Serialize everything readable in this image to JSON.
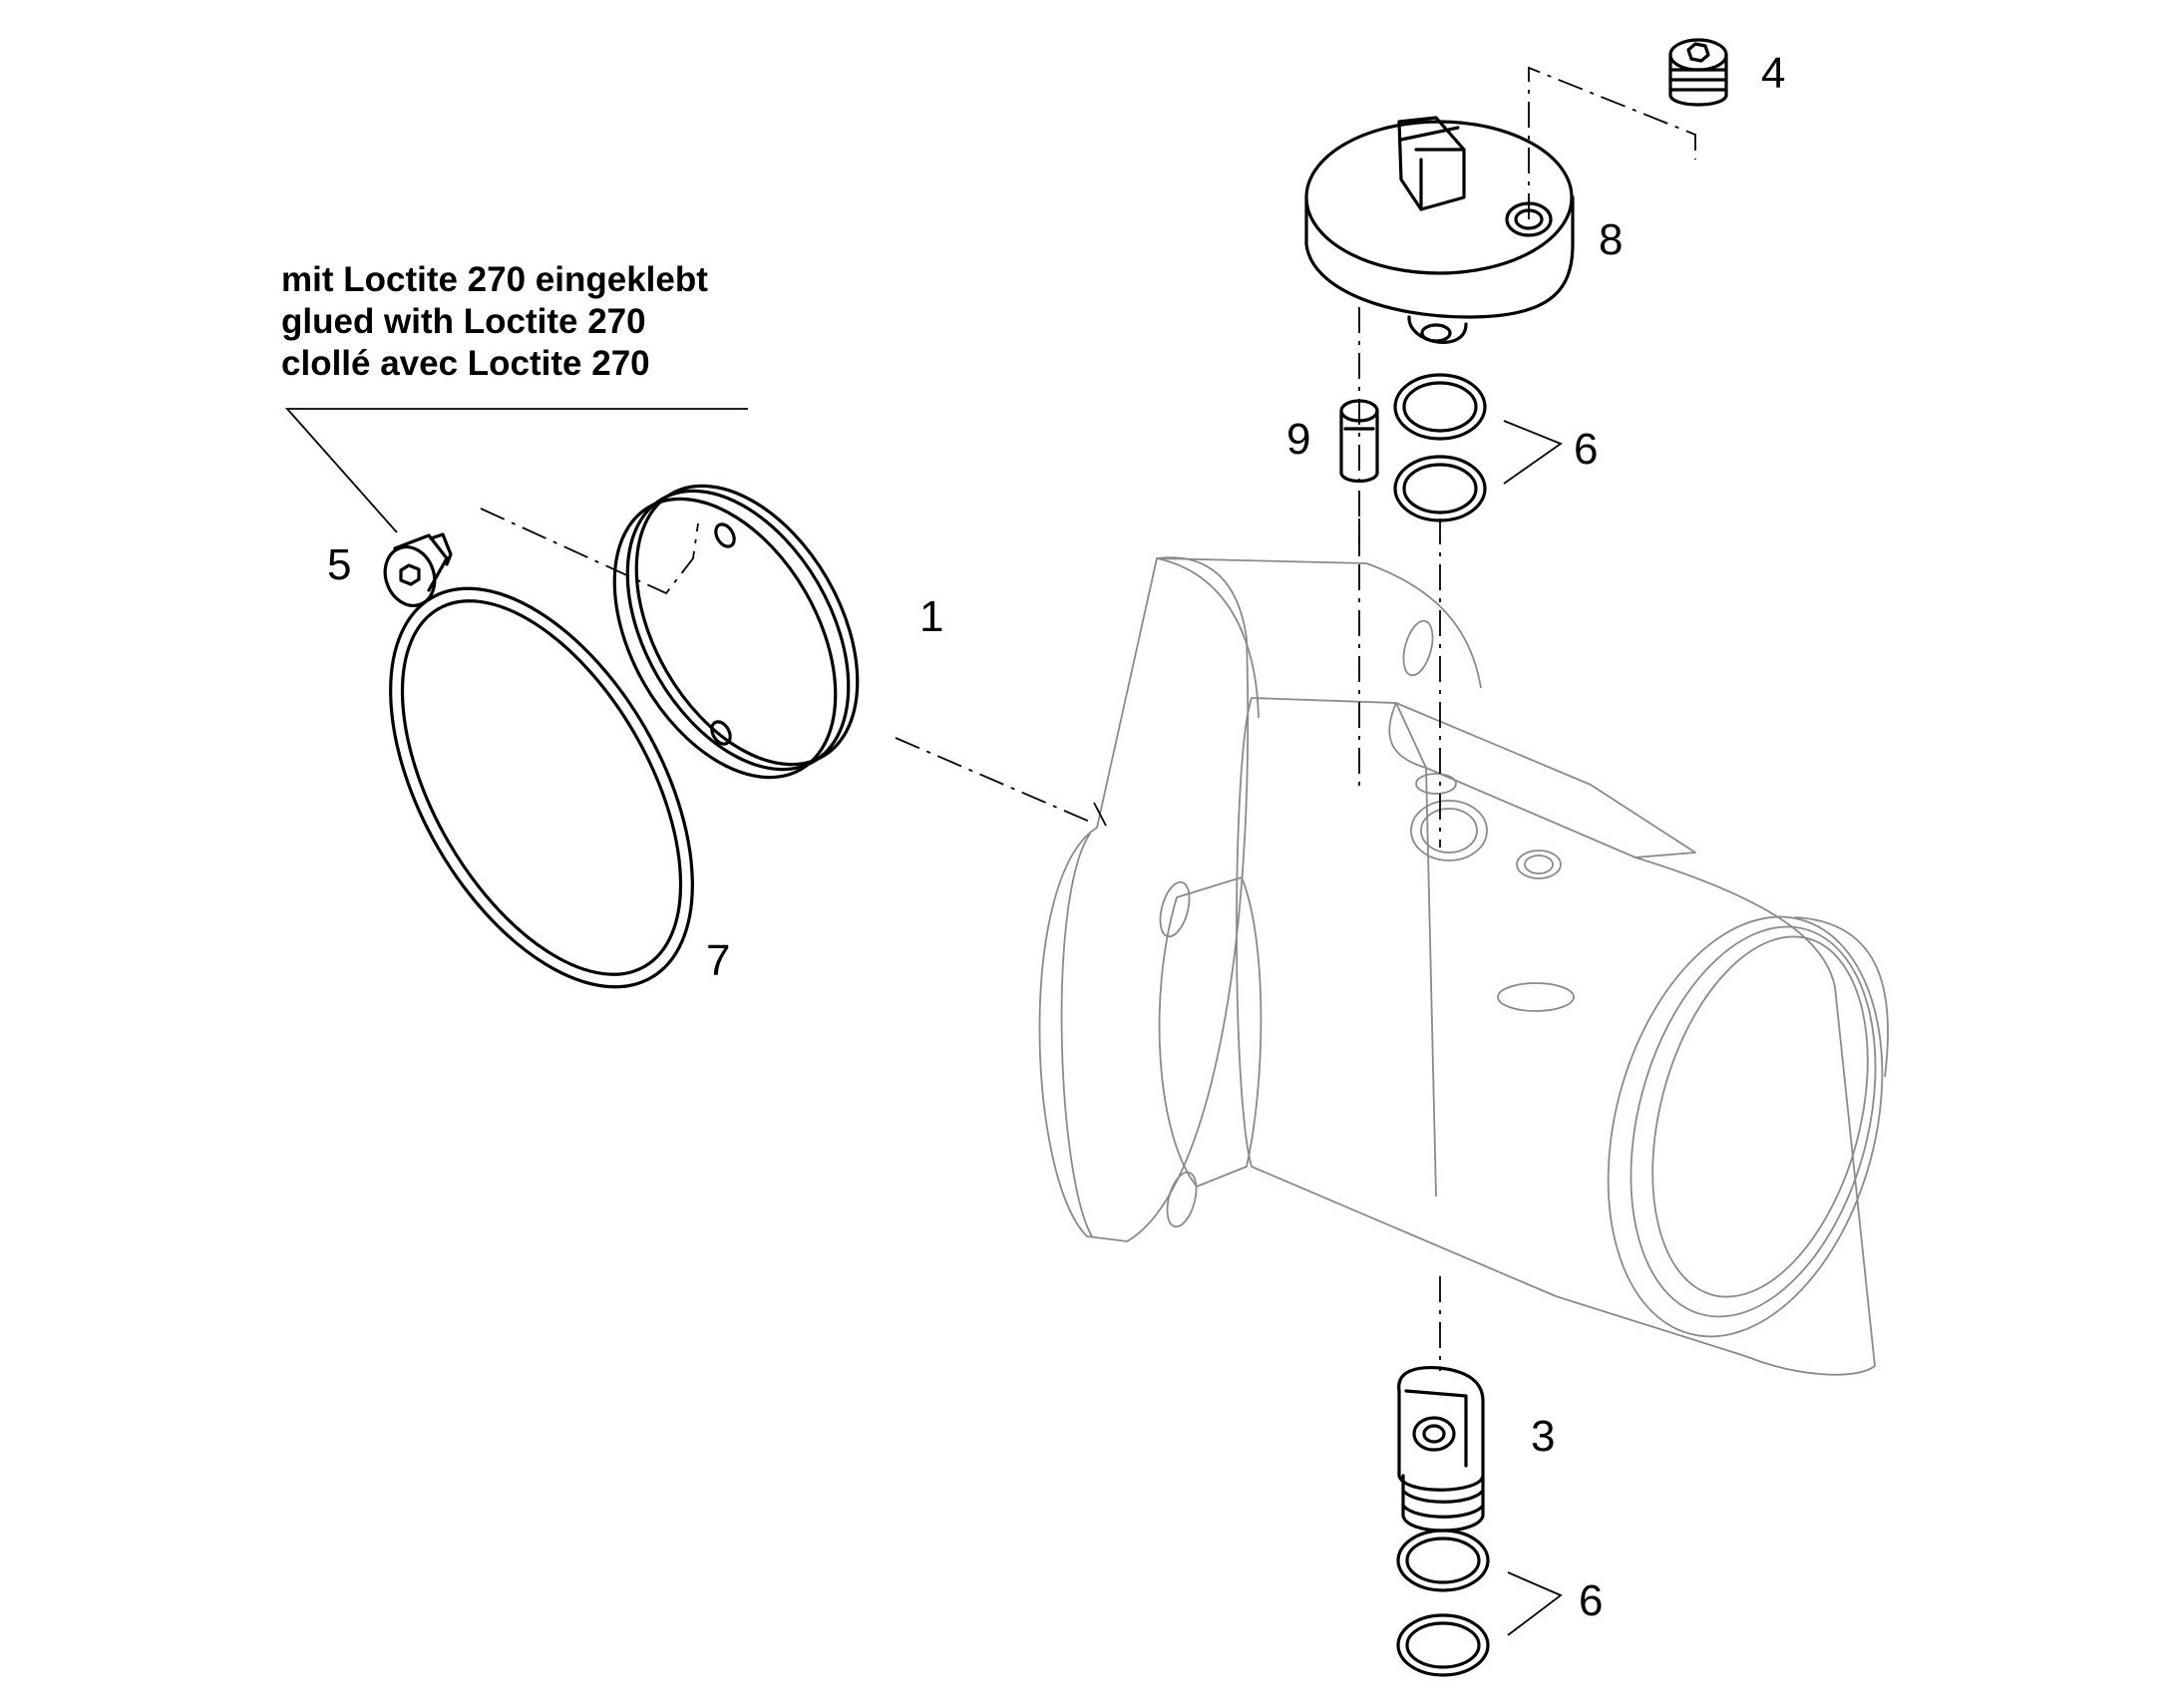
{
  "note": {
    "line_de": "mit Loctite 270 eingeklebt",
    "line_en": "glued with Loctite 270",
    "line_fr": "clollé avec Loctite 270"
  },
  "callouts": {
    "cover_plate": "1",
    "valve_insert": "3",
    "set_screw": "4",
    "countersunk_screw": "5",
    "o_rings_upper": "6",
    "o_rings_lower": "6",
    "large_o_ring": "7",
    "top_cap": "8",
    "dowel_pin": "9"
  },
  "colors": {
    "outline": "#000000",
    "housing_outline": "#8a8a8a",
    "background": "#ffffff"
  }
}
